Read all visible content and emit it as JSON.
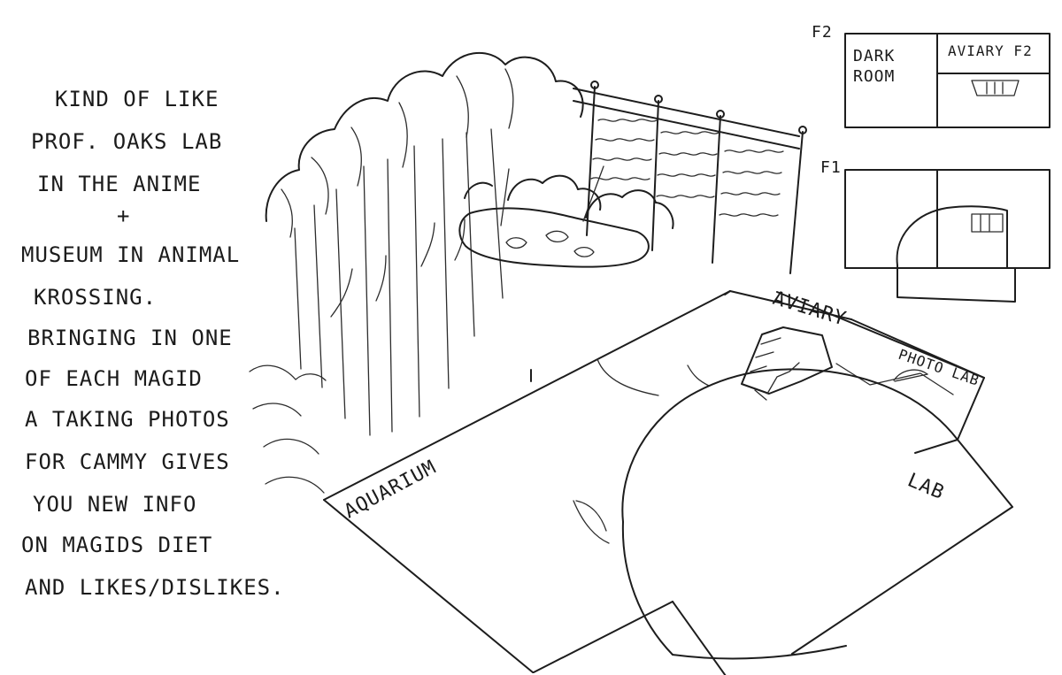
{
  "notes": {
    "lines": [
      "KIND OF LIKE",
      "PROF. OAKS LAB",
      "IN THE ANIME",
      "+",
      "MUSEUM IN ANIMAL",
      "KROSSING.",
      "BRINGING IN ONE",
      "OF EACH MAGID",
      "A TAKING PHOTOS",
      "FOR CAMMY GIVES",
      "YOU NEW INFO",
      "ON MAGIDS DIET",
      "AND LIKES/DISLIKES."
    ]
  },
  "floor_plans": {
    "f2_label": "F2",
    "f1_label": "F1",
    "dark_room": "DARK",
    "dark_room_line2": "ROOM",
    "aviary_f2": "AVIARY F2"
  },
  "map": {
    "aviary": "AVIARY",
    "photo_lab": "PHOTO LAB",
    "lab": "LAB",
    "aquarium": "AQUARIUM"
  }
}
